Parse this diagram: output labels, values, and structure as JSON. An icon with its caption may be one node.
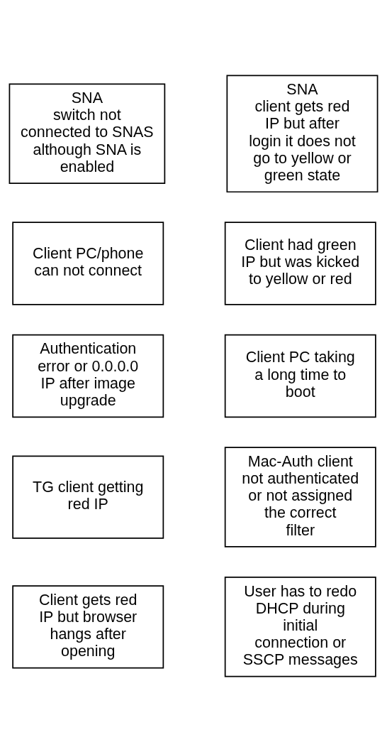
{
  "diagram": {
    "nodes": [
      {
        "text": [
          "SNA",
          "switch not connected to SNAS although SNA is enabled"
        ]
      },
      {
        "text": [
          "SNA",
          "client gets red IP but after login it does not go to yellow or green state"
        ]
      },
      {
        "text": [
          "Client PC/phone can not connect"
        ]
      },
      {
        "text": [
          "Client had green IP but was kicked to yellow or red"
        ]
      },
      {
        "text": [
          "Authentication error or 0.0.0.0 IP after image upgrade"
        ]
      },
      {
        "text": [
          "Client PC taking a long time to boot"
        ]
      },
      {
        "text": [
          "TG client getting red IP"
        ]
      },
      {
        "text": [
          "Mac-Auth client not authenticated or not assigned the correct filter"
        ]
      },
      {
        "text": [
          "Client gets red IP but browser hangs after opening"
        ]
      },
      {
        "text": [
          "User has to redo DHCP during initial connection or SSCP messages"
        ]
      }
    ]
  }
}
